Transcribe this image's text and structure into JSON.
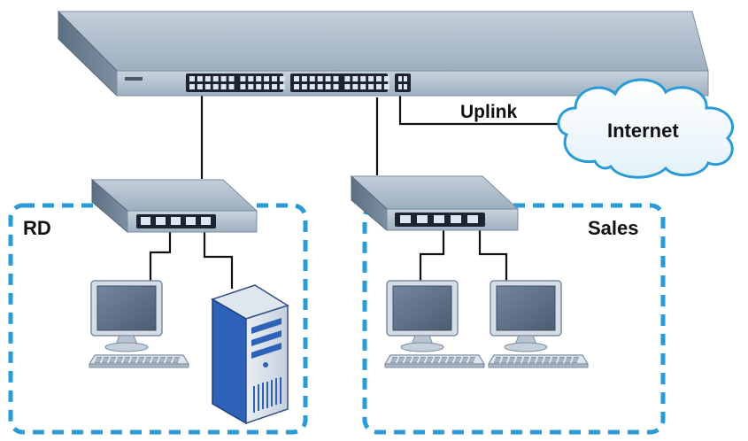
{
  "labels": {
    "uplink": "Uplink",
    "internet": "Internet",
    "rd": "RD",
    "sales": "Sales"
  },
  "colors": {
    "device_top": "#a9b8c6",
    "device_front": "#b6c4d1",
    "device_side": "#6c7f91",
    "port_panel": "#1b2430",
    "group_border": "#2a9bd6",
    "cloud_fill": "#ffffff",
    "cloud_stroke": "#2a9bd6",
    "monitor_frame": "#cdd5de",
    "monitor_screen": "#5d6f84",
    "tower_blue": "#2d62b8",
    "cable": "#111111"
  },
  "icons": [
    "core-switch-icon",
    "workgroup-switch-icon",
    "internet-cloud-icon",
    "desktop-computer-icon",
    "server-tower-icon"
  ]
}
